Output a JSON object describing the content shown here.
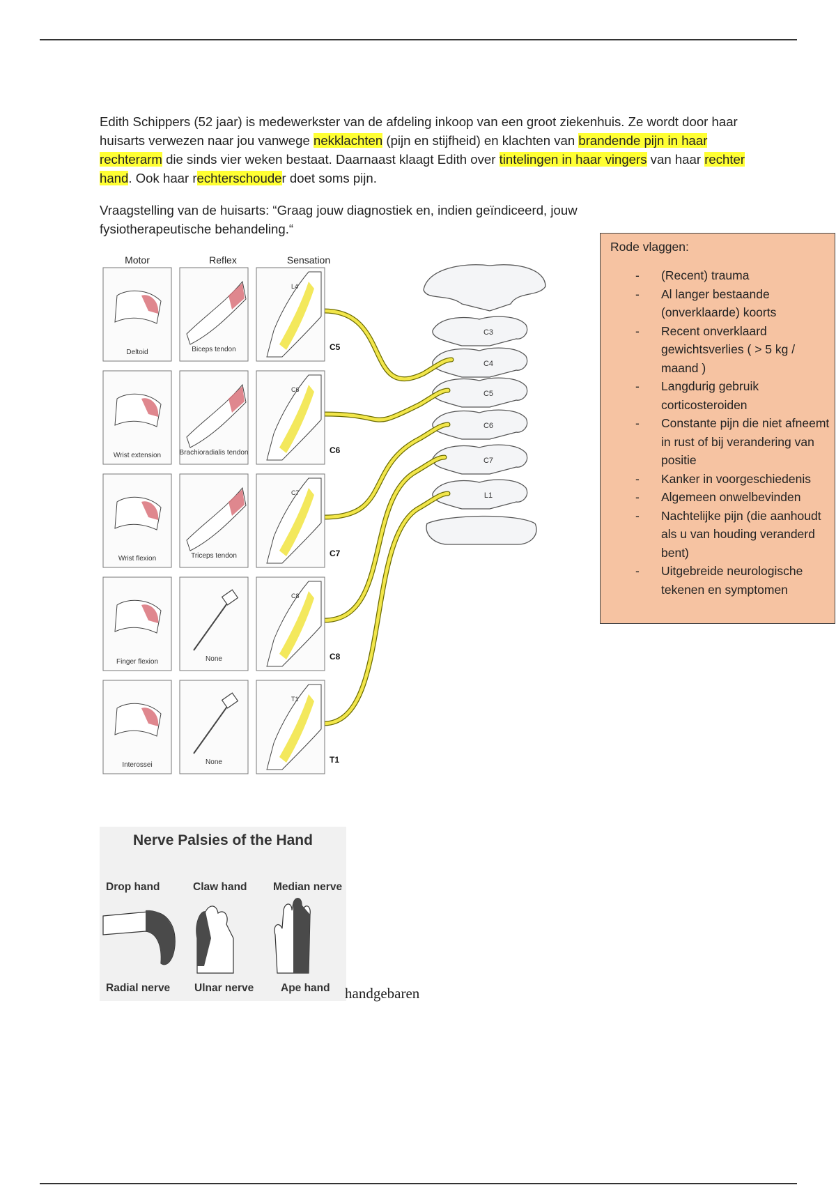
{
  "intro": {
    "s1": "Edith Schippers (52 jaar) is medewerkster van de afdeling inkoop van een groot ziekenhuis. Ze wordt door haar huisarts verwezen naar jou vanwege ",
    "h1": "nekklachten",
    "s2": " (pijn en stijfheid) en klachten van ",
    "h2": "brandende pijn in haar rechterarm",
    "s3": " die sinds vier weken bestaat. Daarnaast klaagt Edith over ",
    "h3": "tintelingen in haar vingers",
    "s4": " van haar ",
    "h4": "rechter hand",
    "s5": ". Ook haar r",
    "h5": "echterschoude",
    "s6": "r doet soms pijn."
  },
  "question": "Vraagstelling van de huisarts: “Graag jouw diagnostiek en, indien geïndiceerd, jouw fysiotherapeutische behandeling.“",
  "figure": {
    "headers": [
      "Motor",
      "Reflex",
      "Sensation"
    ],
    "rows": [
      {
        "root": "C5",
        "motor": "Deltoid",
        "reflex": "Biceps tendon",
        "derm": "L4"
      },
      {
        "root": "C6",
        "motor": "Wrist extension",
        "reflex": "Brachioradialis tendon",
        "derm": "C6"
      },
      {
        "root": "C7",
        "motor": "Wrist flexion",
        "reflex": "Triceps tendon",
        "derm": "C7"
      },
      {
        "root": "C8",
        "motor": "Finger flexion",
        "reflex": "None",
        "derm": "C8"
      },
      {
        "root": "T1",
        "motor": "Interossei",
        "reflex": "None",
        "derm": "T1"
      }
    ],
    "vertebrae": [
      "C3",
      "C4",
      "C5",
      "C6",
      "C7",
      "L1"
    ],
    "colors": {
      "nerve": "#f2e64a",
      "muscle": "#d9727a",
      "bone": "#f4f5f7"
    }
  },
  "red_flags": {
    "title": "Rode vlaggen:",
    "items": [
      "(Recent) trauma",
      "Al langer bestaande (onverklaarde) koorts",
      "Recent onverklaard gewichtsverlies ( > 5 kg / maand )",
      "Langdurig gebruik corticosteroiden",
      "Constante pijn die niet afneemt in rust of bij verandering van positie",
      "Kanker in voorgeschiedenis",
      "Algemeen onwelbevinden",
      "Nachtelijke pijn (die aanhoudt als u van houding veranderd bent)",
      "Uitgebreide neurologische tekenen en symptomen"
    ],
    "bg": "#f6c3a2"
  },
  "palsy": {
    "title": "Nerve Palsies of the Hand",
    "top_labels": [
      "Drop hand",
      "Claw hand",
      "Median nerve"
    ],
    "bottom_labels": [
      "Radial nerve",
      "Ulnar nerve",
      "Ape hand"
    ]
  },
  "caption": "handgebaren"
}
